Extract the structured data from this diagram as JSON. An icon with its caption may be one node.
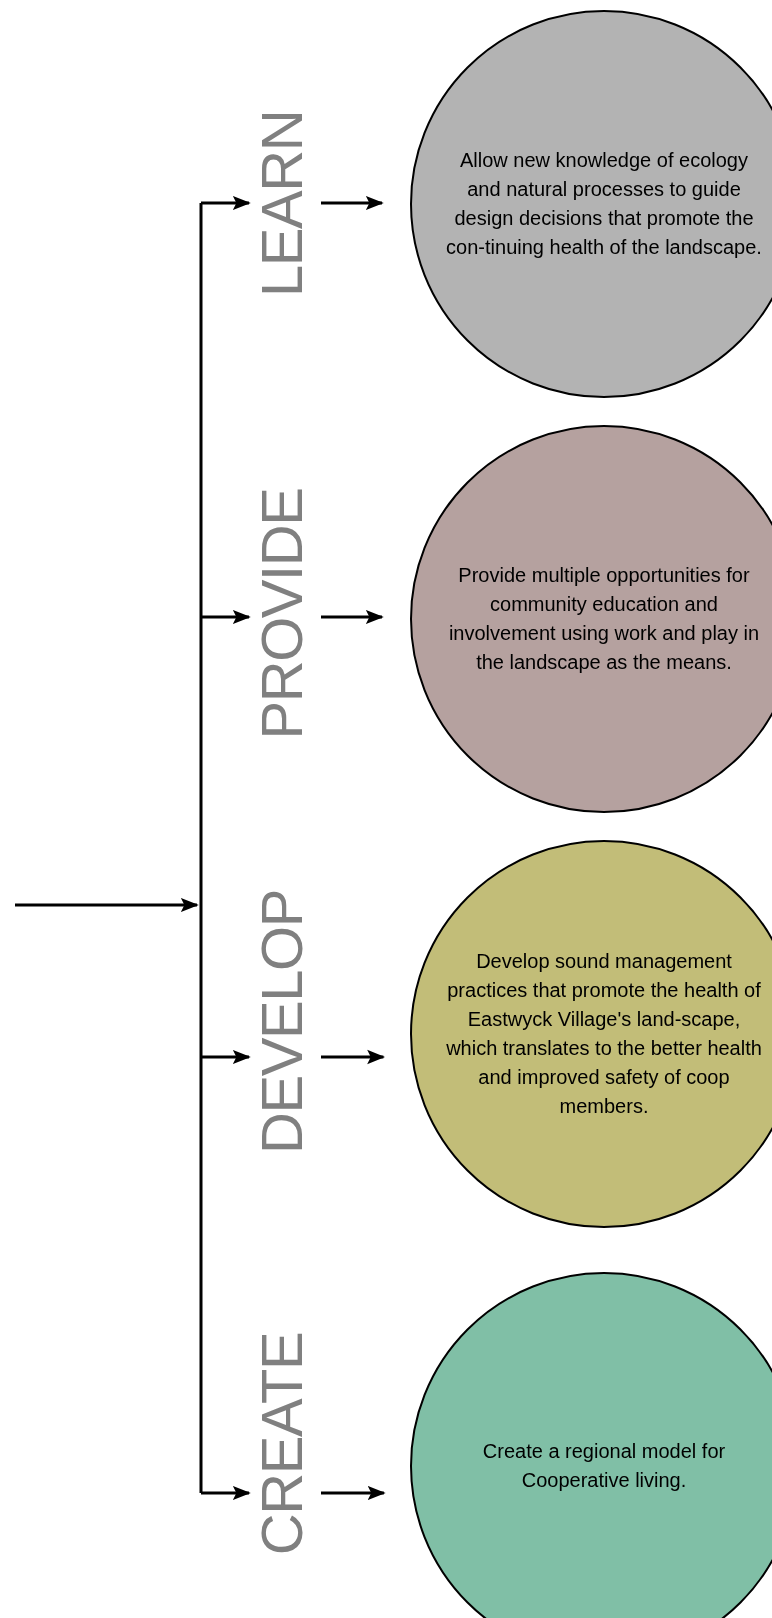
{
  "diagram": {
    "nodes": [
      {
        "text": [
          "LEARN"
        ]
      },
      {
        "text": [
          "Allow new knowledge of ecology and natural processes to guide design decisions that promote the con-tinuing health of the landscape."
        ]
      },
      {
        "text": [
          "PROVIDE"
        ]
      },
      {
        "text": [
          "Provide multiple opportunities for community education and involvement using work and play in the landscape as the means."
        ]
      },
      {
        "text": [
          "DEVELOP"
        ]
      },
      {
        "text": [
          "Develop sound management practices that promote the health of Eastwyck Village's land-scape, which translates to the better health and improved safety of coop members."
        ]
      },
      {
        "text": [
          "CREATE"
        ]
      },
      {
        "text": [
          "Create a regional model for Cooperative living."
        ]
      }
    ],
    "edges": [
      {
        "from": null,
        "to": 0,
        "arrow": "to"
      },
      {
        "from": null,
        "to": 2,
        "arrow": "to"
      },
      {
        "from": null,
        "to": 4,
        "arrow": "to"
      },
      {
        "from": null,
        "to": 6,
        "arrow": "to"
      },
      {
        "from": 0,
        "to": 1,
        "arrow": "to"
      },
      {
        "from": 2,
        "to": 3,
        "arrow": "to"
      },
      {
        "from": 4,
        "to": 5,
        "arrow": "to"
      },
      {
        "from": 6,
        "to": 7,
        "arrow": "to"
      }
    ]
  }
}
